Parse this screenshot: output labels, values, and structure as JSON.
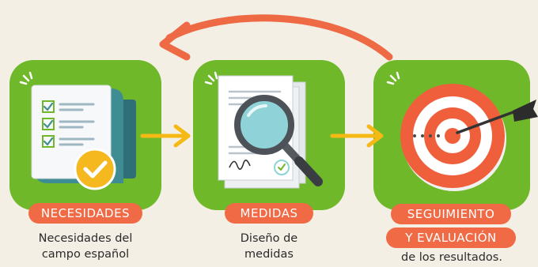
{
  "steps": [
    {
      "badge": "NECESIDADES",
      "caption_line1": "Necesidades del",
      "caption_line2": "campo español",
      "icon": "checklist-document-icon"
    },
    {
      "badge": "MEDIDAS",
      "caption_line1": "Diseño de",
      "caption_line2": "medidas",
      "icon": "magnifying-glass-document-icon"
    },
    {
      "badge_line1": "SEGUIMIENTO",
      "badge_line2": "Y EVALUACIÓN",
      "caption": "de los resultados.",
      "icon": "target-arrow-icon"
    }
  ],
  "colors": {
    "background": "#f4efe5",
    "tile_green": "#6fb82a",
    "badge_orange": "#ef6a45",
    "arrow_orange": "#ee6a45",
    "connector_yellow": "#f4b915"
  }
}
